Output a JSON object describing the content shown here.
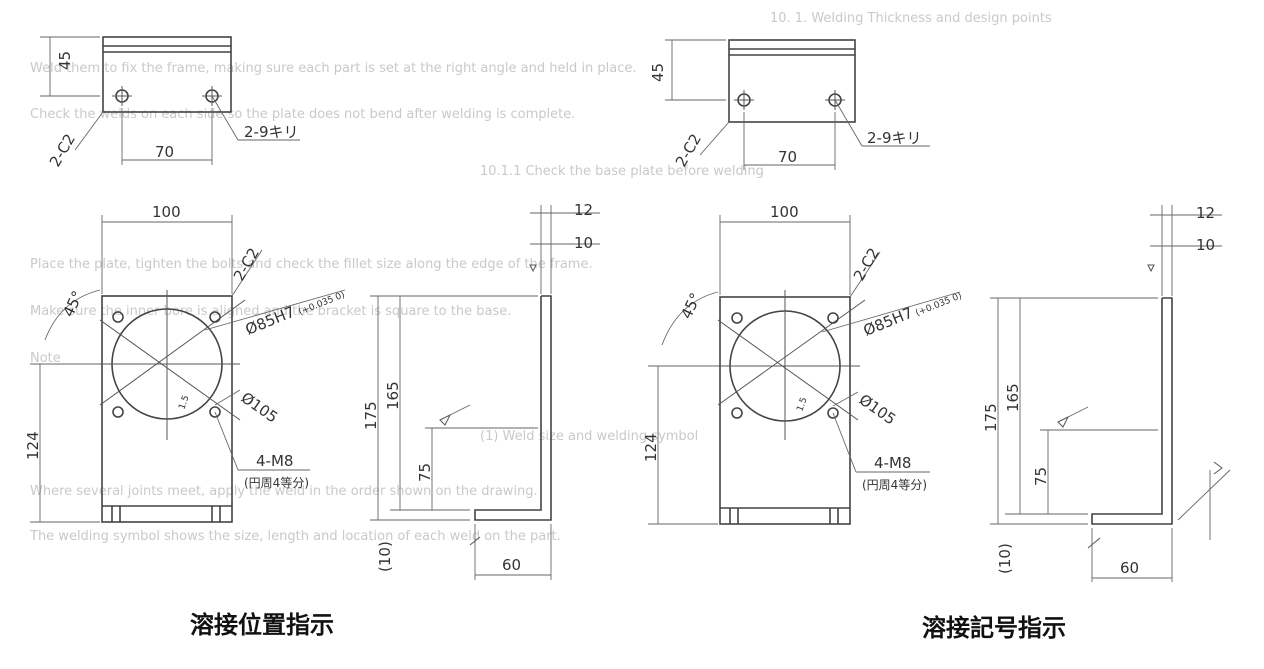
{
  "captions": {
    "left": "溶接位置指示",
    "right": "溶接記号指示"
  },
  "labels": {
    "h45": "45",
    "w70": "70",
    "chamfer": "2-C2",
    "holes": "2-9キリ",
    "w100": "100",
    "angle": "45°",
    "bore": "Ø85H7",
    "bore_tol": "(+0.035 0)",
    "pcd": "Ø105",
    "taps": "4-M8",
    "taps_note": "(円周4等分)",
    "h124": "124",
    "h175": "175",
    "h165": "165",
    "h75": "75",
    "t12": "12",
    "t10": "10",
    "b10": "(10)",
    "w60": "60"
  },
  "background_lines": [
    "10. 1. Welding Thickness and design points",
    "Weld them to fix the frame, making sure each part is set at the right angle and held in place.",
    "Check the welds on each side so the plate does not bend after welding is complete.",
    "10.1.1 Check the base plate before welding",
    "Place the plate, tighten the bolts and check the fillet size along the edge of the frame.",
    "Make sure the inner bore is aligned and the bracket is square to the base.",
    "Note",
    "(1) Weld size and welding symbol",
    "Where several joints meet, apply the weld in the order shown on the drawing.",
    "The welding symbol shows the size, length and location of each weld on the part."
  ]
}
